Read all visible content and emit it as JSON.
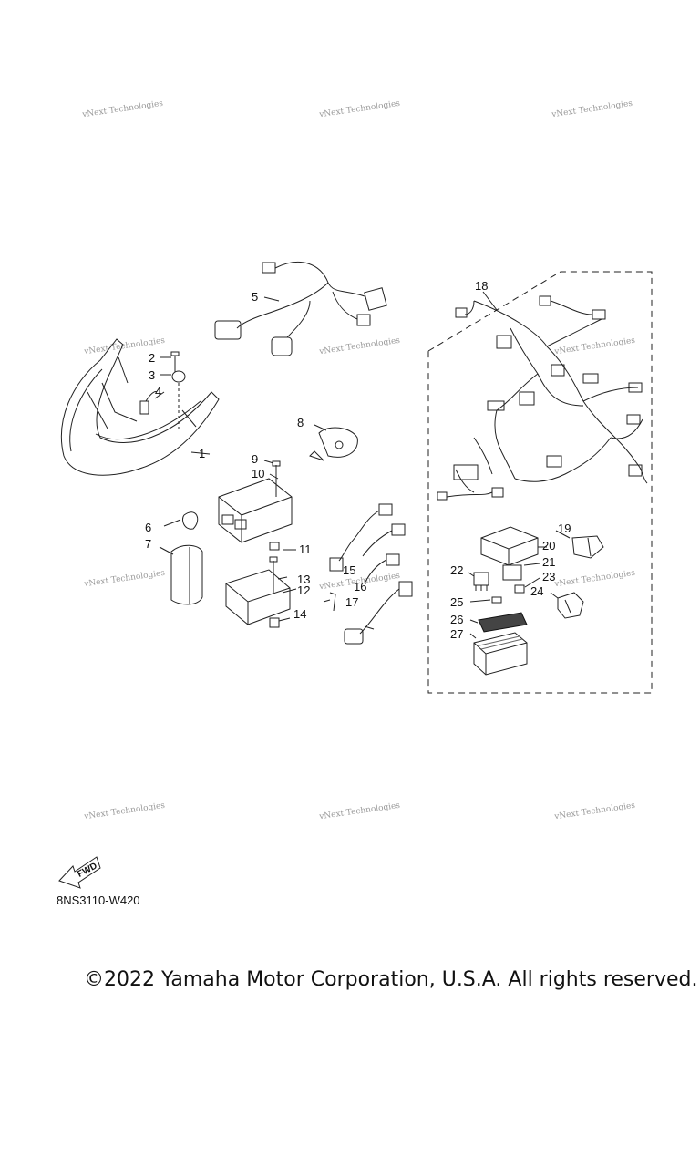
{
  "watermark": {
    "text": "vNext Technologies"
  },
  "callouts": [
    "1",
    "2",
    "3",
    "4",
    "5",
    "6",
    "7",
    "8",
    "9",
    "10",
    "11",
    "12",
    "13",
    "14",
    "15",
    "16",
    "17",
    "18",
    "19",
    "20",
    "21",
    "22",
    "23",
    "24",
    "25",
    "26",
    "27"
  ],
  "fwd_label": "FWD",
  "part_code": "8NS3110-W420",
  "copyright": "©2022 Yamaha Motor Corporation, U.S.A. All rights reserved."
}
